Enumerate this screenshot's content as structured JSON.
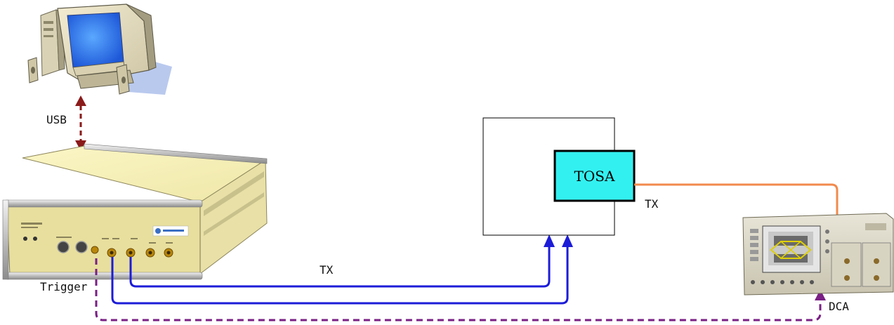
{
  "labels": {
    "usb": "USB",
    "tosa": "TOSA",
    "tx_right": "TX",
    "tx_bottom": "TX",
    "trigger": "Trigger",
    "dca": "DCA"
  },
  "icons": {
    "computer": "desktop-computer-icon",
    "pattern_generator": "test-instrument-box",
    "dca": "oscilloscope-icon"
  },
  "colors": {
    "usb_link": "#8b1a1a",
    "tx_link": "#1c1cd8",
    "optical_link": "#f28a4c",
    "trigger_link": "#7a1f85",
    "tosa_fill": "#33f0f0"
  }
}
